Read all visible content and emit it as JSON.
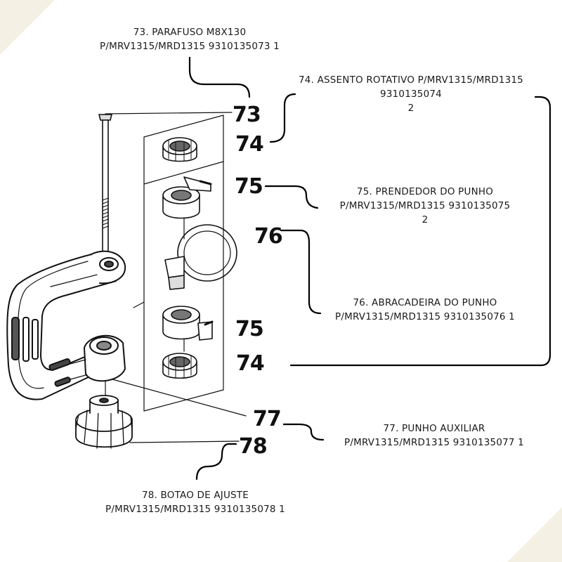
{
  "callouts": [
    {
      "id": "73",
      "lines": [
        "73. PARAFUSO M8X130",
        "P/MRV1315/MRD1315 9310135073 1"
      ]
    },
    {
      "id": "74",
      "lines": [
        "74. ASSENTO ROTATIVO P/MRV1315/MRD1315",
        "9310135074",
        "2"
      ]
    },
    {
      "id": "75",
      "lines": [
        "75. PRENDEDOR DO PUNHO",
        "P/MRV1315/MRD1315 9310135075",
        "2"
      ]
    },
    {
      "id": "76",
      "lines": [
        "76. ABRACADEIRA DO PUNHO",
        "P/MRV1315/MRD1315 9310135076 1"
      ]
    },
    {
      "id": "77",
      "lines": [
        "77. PUNHO AUXILIAR",
        "P/MRV1315/MRD1315 9310135077 1"
      ]
    },
    {
      "id": "78",
      "lines": [
        "78. BOTAO DE AJUSTE",
        "P/MRV1315/MRD1315 9310135078 1"
      ]
    }
  ],
  "part_numbers": {
    "n73": "73",
    "n74a": "74",
    "n75a": "75",
    "n76": "76",
    "n75b": "75",
    "n74b": "74",
    "n77": "77",
    "n78": "78"
  },
  "colors": {
    "background": "#ffffff",
    "ink": "#111111",
    "corner_accent": "#f4f0e3"
  }
}
